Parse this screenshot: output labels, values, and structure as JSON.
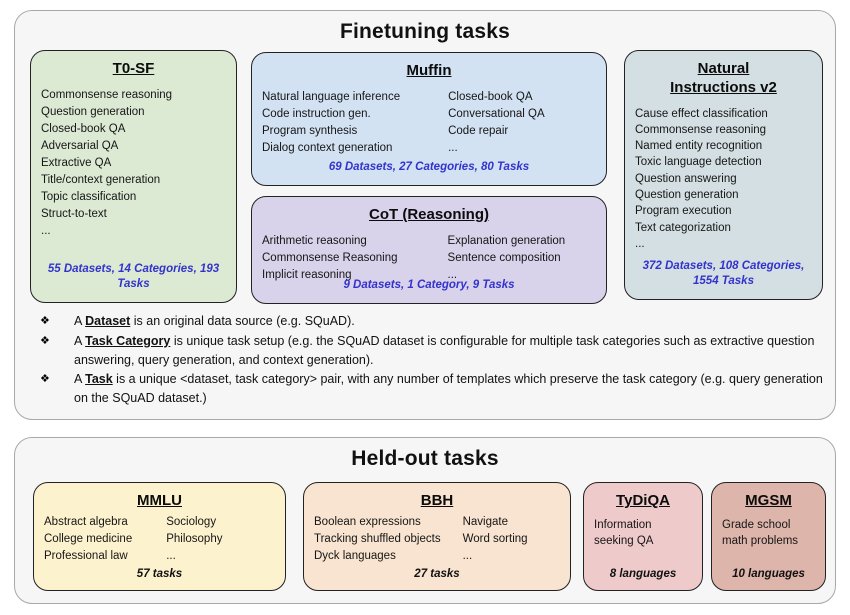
{
  "colors": {
    "stats_blue": "#3333cc",
    "t0sf_bg": "#dcead4",
    "muffin_bg": "#d2e2f3",
    "cot_bg": "#d8d2ea",
    "niv2_bg": "#d4dfe3",
    "mmlu_bg": "#fdf2ce",
    "bbh_bg": "#f8e4d0",
    "tydiqa_bg": "#eecaca",
    "mgsm_bg": "#ddb5ab"
  },
  "finetuning": {
    "title": "Finetuning tasks",
    "bullet_glyph": "❖",
    "t0sf": {
      "title": "T0-SF",
      "items": [
        "Commonsense reasoning",
        "Question generation",
        "Closed-book QA",
        "Adversarial QA",
        "Extractive QA",
        "Title/context generation",
        "Topic classification",
        "Struct-to-text",
        "..."
      ],
      "stats": "55 Datasets, 14 Categories, 193 Tasks"
    },
    "muffin": {
      "title": "Muffin",
      "col1": [
        "Natural language inference",
        "Code instruction gen.",
        "Program synthesis",
        "Dialog context generation"
      ],
      "col2": [
        "Closed-book QA",
        "Conversational QA",
        "Code repair",
        "..."
      ],
      "stats": "69 Datasets, 27 Categories, 80 Tasks"
    },
    "cot": {
      "title": "CoT (Reasoning)",
      "col1": [
        "Arithmetic reasoning",
        "Commonsense Reasoning",
        "Implicit reasoning"
      ],
      "col2": [
        "Explanation generation",
        "Sentence composition",
        "..."
      ],
      "stats": "9 Datasets, 1 Category, 9 Tasks"
    },
    "niv2": {
      "title": "Natural Instructions v2",
      "items": [
        "Cause effect classification",
        "Commonsense reasoning",
        "Named entity recognition",
        "Toxic language detection",
        "Question answering",
        "Question generation",
        "Program execution",
        "Text categorization",
        "..."
      ],
      "stats": "372 Datasets, 108 Categories, 1554 Tasks"
    },
    "notes": [
      {
        "pre": "A ",
        "term": "Dataset",
        "post": " is an original data source (e.g. SQuAD)."
      },
      {
        "pre": "A ",
        "term": "Task Category",
        "post": " is unique task setup (e.g. the SQuAD dataset is configurable for multiple task categories such as extractive question answering, query generation, and context generation)."
      },
      {
        "pre": "A ",
        "term": "Task",
        "post": " is a unique <dataset, task category> pair, with any number of templates which preserve the task category (e.g. query generation on the SQuAD dataset.)"
      }
    ]
  },
  "heldout": {
    "title": "Held-out tasks",
    "mmlu": {
      "title": "MMLU",
      "col1": [
        "Abstract algebra",
        "College medicine",
        "Professional law"
      ],
      "col2": [
        "Sociology",
        "Philosophy",
        "..."
      ],
      "stats": "57 tasks"
    },
    "bbh": {
      "title": "BBH",
      "col1": [
        "Boolean expressions",
        "Tracking shuffled objects",
        "Dyck languages"
      ],
      "col2": [
        "Navigate",
        "Word sorting",
        "..."
      ],
      "stats": "27 tasks"
    },
    "tydiqa": {
      "title": "TyDiQA",
      "body": "Information seeking QA",
      "stats": "8 languages"
    },
    "mgsm": {
      "title": "MGSM",
      "body": "Grade school math problems",
      "stats": "10 languages"
    }
  }
}
